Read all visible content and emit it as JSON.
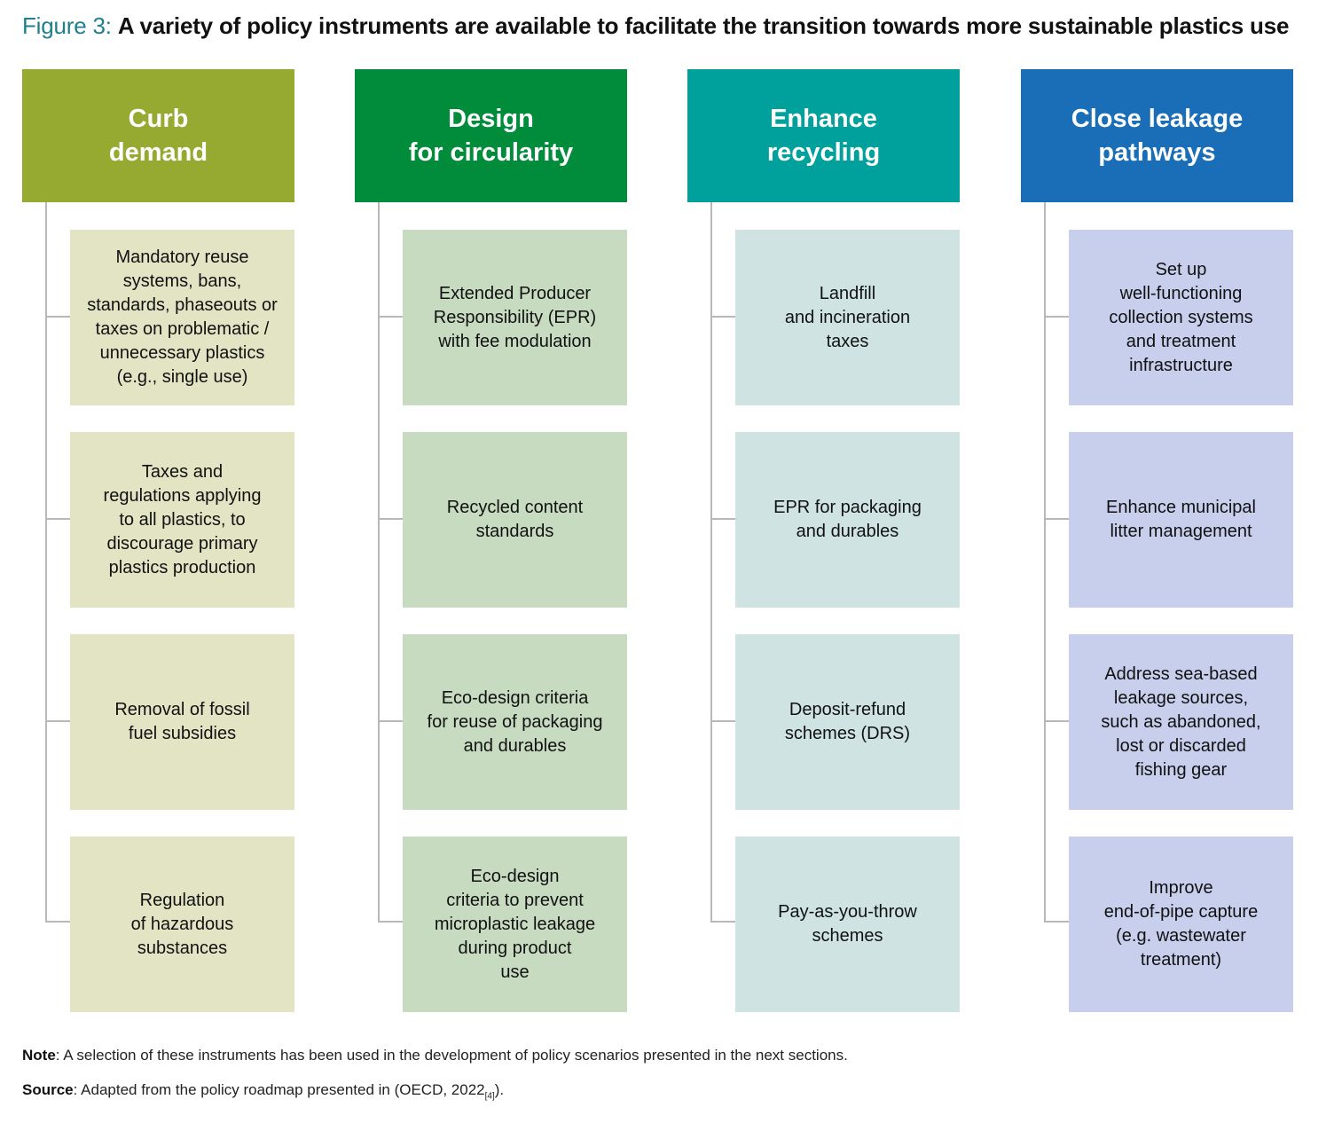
{
  "figure": {
    "label": "Figure 3:",
    "title": "A variety of policy instruments are available to facilitate the transition towards more sustainable plastics use"
  },
  "columns": [
    {
      "heading": "Curb\ndemand",
      "color": "#96aa31",
      "items": [
        "Mandatory reuse\nsystems, bans,\nstandards, phaseouts or\ntaxes on problematic /\nunnecessary plastics\n(e.g., single use)",
        "Taxes and\nregulations applying\nto all plastics, to\ndiscourage primary\nplastics production",
        "Removal of fossil\nfuel subsidies",
        "Regulation\nof hazardous\nsubstances"
      ]
    },
    {
      "heading": "Design\nfor circularity",
      "color": "#008c3b",
      "items": [
        "Extended Producer\nResponsibility (EPR)\nwith fee modulation",
        "Recycled content\nstandards",
        "Eco-design criteria\nfor reuse of packaging\nand durables",
        "Eco-design\ncriteria to prevent\nmicroplastic leakage\nduring product\nuse"
      ]
    },
    {
      "heading": "Enhance\nrecycling",
      "color": "#00a19c",
      "items": [
        "Landfill\nand incineration\ntaxes",
        "EPR for packaging\nand durables",
        "Deposit-refund\nschemes (DRS)",
        "Pay-as-you-throw\nschemes"
      ]
    },
    {
      "heading": "Close leakage\npathways",
      "color": "#1a6eb7",
      "items": [
        "Set up\nwell-functioning\ncollection systems\nand treatment\ninfrastructure",
        "Enhance municipal\nlitter management",
        "Address sea-based\nleakage sources,\nsuch as abandoned,\nlost or discarded\nfishing gear",
        "Improve\nend-of-pipe capture\n(e.g. wastewater\ntreatment)"
      ]
    }
  ],
  "note": {
    "label": "Note",
    "text": ": A selection of these instruments has been used in the development of policy scenarios presented in the next sections."
  },
  "source": {
    "label": "Source",
    "text": ": Adapted from the policy roadmap presented in (OECD, 2022",
    "ref": "[4]",
    "end": ")."
  }
}
